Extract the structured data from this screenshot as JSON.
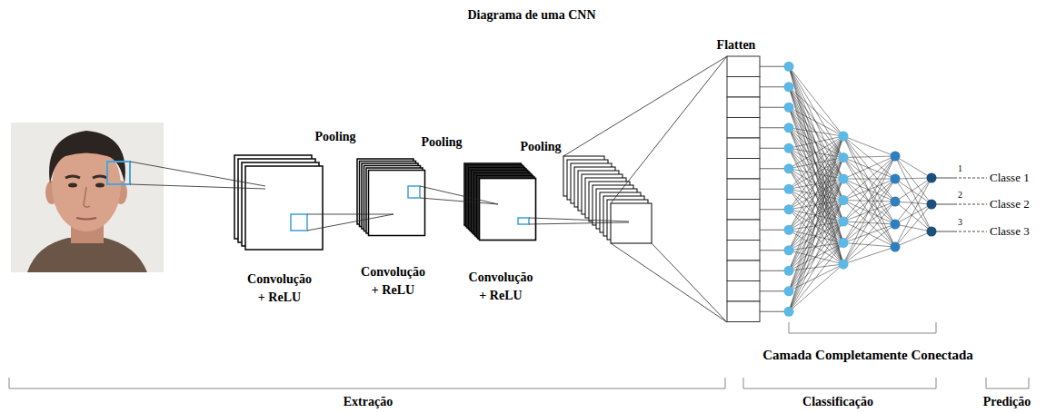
{
  "diagram": {
    "title": "Diagrama de uma CNN",
    "nodes": [
      {
        "text": [
          "Convolução + ReLU"
        ]
      },
      {
        "text": [
          "Convolução + ReLU"
        ]
      },
      {
        "text": [
          "Convolução + ReLU"
        ]
      },
      {
        "text": [
          "Flatten"
        ]
      }
    ],
    "edges": [
      {
        "from": 0,
        "to": 1,
        "arrow": "none"
      },
      {
        "from": 1,
        "to": 2,
        "arrow": "none"
      }
    ],
    "labels": [
      "Pooling",
      "Pooling",
      "Pooling",
      "1",
      "Classe 1",
      "2",
      "Classe 2",
      "3",
      "Classe 3",
      "Camada Completamente Conectada",
      "Extração",
      "Classificação",
      "Predição"
    ]
  }
}
